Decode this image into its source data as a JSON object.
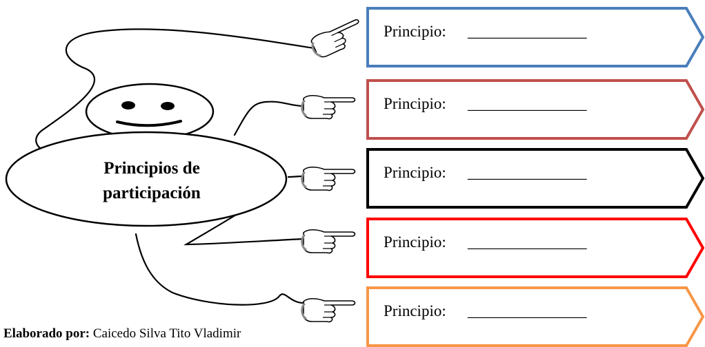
{
  "center": {
    "line1": "Principios de",
    "line2": "participación"
  },
  "boxes": [
    {
      "label": "Principio:",
      "blank": "_______________",
      "color": "#4a7ebb"
    },
    {
      "label": "Principio:",
      "blank": "_______________",
      "color": "#c0504d"
    },
    {
      "label": "Principio:",
      "blank": "_______________",
      "color": "#000000"
    },
    {
      "label": "Principio:",
      "blank": "_______________",
      "color": "#ff0000"
    },
    {
      "label": "Principio:",
      "blank": "_______________",
      "color": "#f79646"
    }
  ],
  "icons": [
    "smiley-face-icon",
    "pointing-hand-icon"
  ],
  "credit": {
    "label": "Elaborado por:",
    "author": "Caicedo Silva Tito Vladimir"
  }
}
